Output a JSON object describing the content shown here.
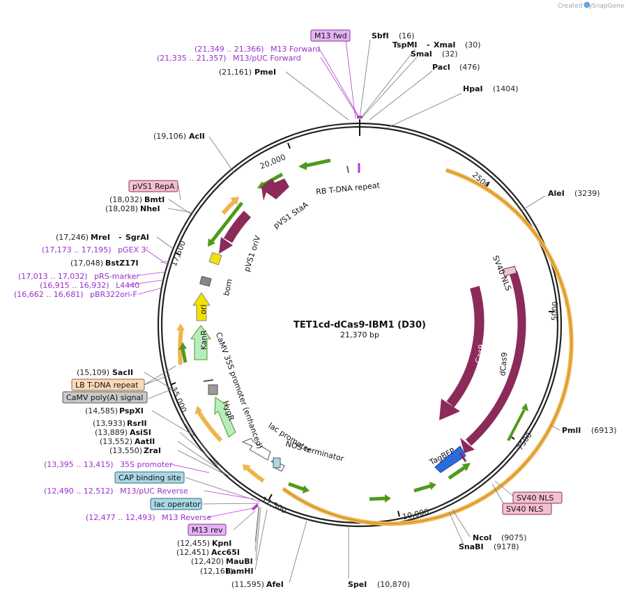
{
  "title": "TET1cd-dCas9-IBM1 (D30)",
  "length": "21,370 bp",
  "credit": {
    "created_by": "Created by",
    "brand": "SnapGene"
  },
  "colors": {
    "backbone": "#222222",
    "orange": "#f0b44c",
    "green": "#4f9a1b",
    "maroon": "#8c2a5a",
    "blue": "#2a6be0",
    "yellow": "#f2e200",
    "primer": "#9a2fc9",
    "grey": "#888888"
  },
  "ticks": [
    {
      "text": "20,000"
    },
    {
      "text": "2500"
    },
    {
      "text": "5000"
    },
    {
      "text": "7500"
    },
    {
      "text": "10,000"
    },
    {
      "text": "12,500"
    },
    {
      "text": "15,000"
    },
    {
      "text": "17,500"
    }
  ],
  "sites": [
    {
      "pos": "(16)",
      "name": "SbfI"
    },
    {
      "pos": "(30)",
      "name": "TspMI",
      "name2": "XmaI"
    },
    {
      "pos": "(32)",
      "name": "SmaI"
    },
    {
      "pos": "(476)",
      "name": "PacI"
    },
    {
      "pos": "(1404)",
      "name": "HpaI"
    },
    {
      "pos": "(3239)",
      "name": "AleI"
    },
    {
      "pos": "(6913)",
      "name": "PmlI"
    },
    {
      "pos": "(9075)",
      "name": "NcoI"
    },
    {
      "pos": "(9178)",
      "name": "SnaBI"
    },
    {
      "pos": "(10,870)",
      "name": "SpeI"
    },
    {
      "pos": "(11,595)",
      "name": "AfeI"
    },
    {
      "pos": "(12,161)",
      "name": "BamHI"
    },
    {
      "pos": "(12,420)",
      "name": "MauBI"
    },
    {
      "pos": "(12,451)",
      "name": "Acc65I"
    },
    {
      "pos": "(12,455)",
      "name": "KpnI"
    },
    {
      "pos": "(13,550)",
      "name": "ZraI"
    },
    {
      "pos": "(13,552)",
      "name": "AatII"
    },
    {
      "pos": "(13,889)",
      "name": "AsiSI"
    },
    {
      "pos": "(13,933)",
      "name": "RsrII"
    },
    {
      "pos": "(14,585)",
      "name": "PspXI"
    },
    {
      "pos": "(15,109)",
      "name": "SacII"
    },
    {
      "pos": "(17,048)",
      "name": "BstZ17I"
    },
    {
      "pos": "(17,246)",
      "name": "MreI",
      "name2": "SgrAI"
    },
    {
      "pos": "(18,028)",
      "name": "NheI"
    },
    {
      "pos": "(18,032)",
      "name": "BmtI"
    },
    {
      "pos": "(19,106)",
      "name": "AclI"
    },
    {
      "pos": "(21,161)",
      "name": "PmeI"
    }
  ],
  "primers": [
    {
      "range": "(21,349 .. 21,366)",
      "name": "M13 Forward"
    },
    {
      "range": "(21,335 .. 21,357)",
      "name": "M13/pUC Forward"
    },
    {
      "range": "(17,173 .. 17,195)",
      "name": "pGEX 3'"
    },
    {
      "range": "(17,013 .. 17,032)",
      "name": "pRS-marker"
    },
    {
      "range": "(16,915 .. 16,932)",
      "name": "L4440"
    },
    {
      "range": "(16,662 .. 16,681)",
      "name": "pBR322ori-F"
    },
    {
      "range": "(13,395 .. 13,415)",
      "name": "35S promoter"
    },
    {
      "range": "(12,490 .. 12,512)",
      "name": "M13/pUC Reverse"
    },
    {
      "range": "(12,477 .. 12,493)",
      "name": "M13 Reverse"
    }
  ],
  "boxes": [
    {
      "text": "M13 fwd",
      "color": "#e5b3f4"
    },
    {
      "text": "pVS1 RepA",
      "color": "#f4bfd2"
    },
    {
      "text": "LB T-DNA repeat",
      "color": "#fbd9b8"
    },
    {
      "text": "CaMV poly(A) signal",
      "color": "#c9c9c9"
    },
    {
      "text": "CAP binding site",
      "color": "#aad9e6"
    },
    {
      "text": "lac operator",
      "color": "#aad9e6"
    },
    {
      "text": "M13 rev",
      "color": "#e5b3f4"
    },
    {
      "text": "SV40 NLS",
      "color": "#f4bfd2"
    },
    {
      "text": "SV40 NLS",
      "color": "#f4bfd2"
    }
  ],
  "features": [
    {
      "text": "RB T-DNA repeat"
    },
    {
      "text": "pVS1 StaA"
    },
    {
      "text": "pVS1 oriV"
    },
    {
      "text": "bom"
    },
    {
      "text": "ori"
    },
    {
      "text": "KanR"
    },
    {
      "text": "CaMV 35S promoter (enhanced)"
    },
    {
      "text": "HygR"
    },
    {
      "text": "lac promoter"
    },
    {
      "text": "NOS terminator"
    },
    {
      "text": "SV40 NLS"
    },
    {
      "text": "Cas9"
    },
    {
      "text": "dCas9"
    },
    {
      "text": "TagBFP"
    }
  ]
}
